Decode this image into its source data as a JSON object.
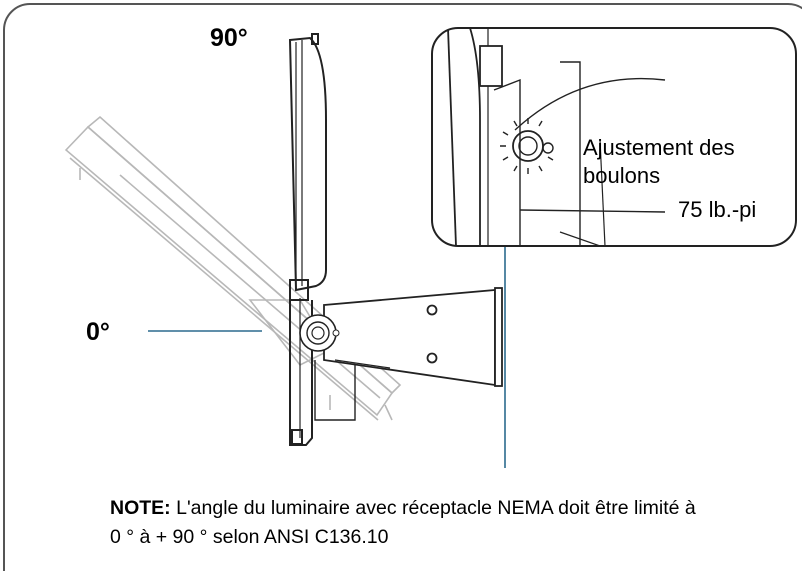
{
  "labels": {
    "angle_90": "90°",
    "angle_0": "0°",
    "bolt_line1": "Ajustement des",
    "bolt_line2": "boulons",
    "torque": "75 lb.-pi"
  },
  "note": {
    "prefix": "NOTE:",
    "line1": "L'angle du luminaire avec réceptacle NEMA doit être limité à",
    "line2": "0 ° à + 90 ° selon ANSI C136.10"
  },
  "colors": {
    "frame": "#555555",
    "leader": "#2b6a8e",
    "drawing": "#222222",
    "ghost": "#b8b8b8"
  }
}
